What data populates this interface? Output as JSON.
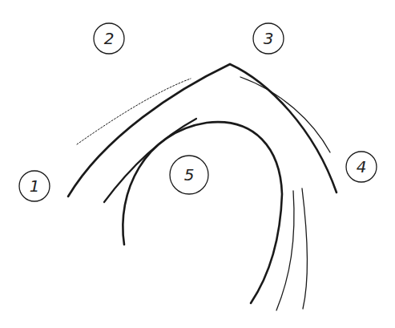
{
  "diagram": {
    "nodes": [
      {
        "text": [
          "2"
        ]
      },
      {
        "text": [
          "3"
        ]
      },
      {
        "text": [
          "1"
        ]
      },
      {
        "text": [
          "5"
        ]
      },
      {
        "text": [
          "4"
        ]
      }
    ]
  }
}
